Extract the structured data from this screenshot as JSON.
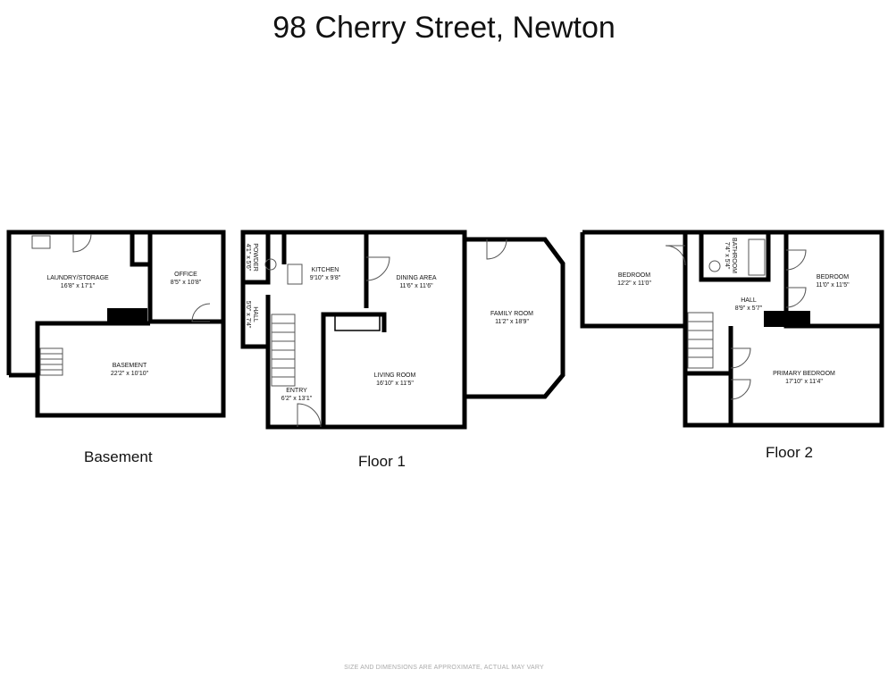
{
  "title": "98 Cherry Street, Newton",
  "footer": "SIZE AND DIMENSIONS ARE APPROXIMATE, ACTUAL MAY VARY",
  "floors": {
    "basement": {
      "label": "Basement",
      "rooms": [
        {
          "name": "LAUNDRY/STORAGE",
          "dims": "16'8\" x 17'1\""
        },
        {
          "name": "OFFICE",
          "dims": "8'5\" x 10'8\""
        },
        {
          "name": "BASEMENT",
          "dims": "22'2\" x 10'10\""
        }
      ]
    },
    "floor1": {
      "label": "Floor 1",
      "rooms": [
        {
          "name": "POWDER",
          "dims": "4'1\" x 5'6\""
        },
        {
          "name": "KITCHEN",
          "dims": "9'10\" x 9'8\""
        },
        {
          "name": "HALL",
          "dims": "5'0\" x 7'4\""
        },
        {
          "name": "DINING AREA",
          "dims": "11'6\" x 11'6\""
        },
        {
          "name": "FAMILY ROOM",
          "dims": "11'2\" x 18'9\""
        },
        {
          "name": "LIVING ROOM",
          "dims": "16'10\" x 11'5\""
        },
        {
          "name": "ENTRY",
          "dims": "6'2\" x 13'1\""
        }
      ]
    },
    "floor2": {
      "label": "Floor 2",
      "rooms": [
        {
          "name": "BEDROOM",
          "dims": "12'2\" x 11'0\""
        },
        {
          "name": "BATHROOM",
          "dims": "7'4\" x 5'4\""
        },
        {
          "name": "BEDROOM",
          "dims": "11'0\" x 11'5\""
        },
        {
          "name": "HALL",
          "dims": "8'9\" x 5'7\""
        },
        {
          "name": "PRIMARY BEDROOM",
          "dims": "17'10\" x 11'4\""
        }
      ]
    }
  }
}
